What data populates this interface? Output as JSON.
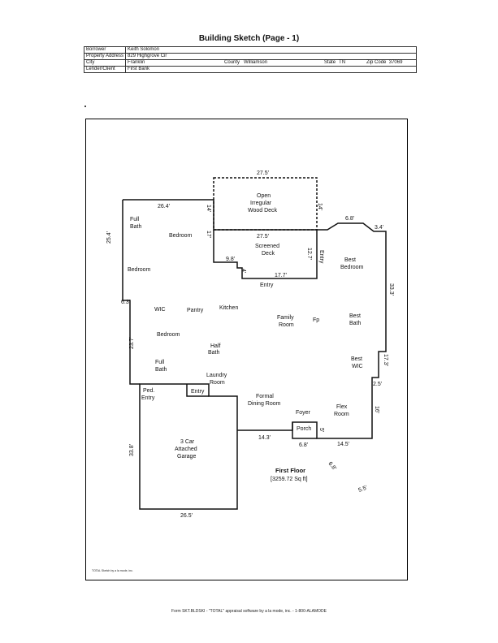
{
  "title": "Building Sketch (Page - 1)",
  "info": {
    "borrower_label": "Borrower",
    "borrower": "Keith Solomon",
    "address_label": "Property Address",
    "address": "829 Highgrove Cir",
    "city_label": "City",
    "city": "Franklin",
    "county_label": "County",
    "county": "Williamson",
    "state_label": "State",
    "state": "TN",
    "zip_label": "Zip Code",
    "zip": "37069",
    "lender_label": "Lender/Client",
    "lender": "First Bank"
  },
  "rooms": {
    "open_deck_1": "Open",
    "open_deck_2": "Irregular",
    "open_deck_3": "Wood Deck",
    "screened_1": "Screened",
    "screened_2": "Deck",
    "full_bath_top_1": "Full",
    "full_bath_top_2": "Bath",
    "bedroom_upper": "Bedroom",
    "bedroom_left": "Bedroom",
    "best_bedroom_1": "Best",
    "best_bedroom_2": "Bedroom",
    "entry_rear": "Entry",
    "entry_deck_side": "Entry",
    "wic": "WIC",
    "pantry": "Pantry",
    "kitchen": "Kitchen",
    "family_room_1": "Family",
    "family_room_2": "Room",
    "fp": "Fp",
    "best_bath_1": "Best",
    "best_bath_2": "Bath",
    "bedroom_mid": "Bedroom",
    "half_bath_1": "Half",
    "half_bath_2": "Bath",
    "best_wic_1": "Best",
    "best_wic_2": "WIC",
    "full_bath_mid_1": "Full",
    "full_bath_mid_2": "Bath",
    "laundry_1": "Laundry",
    "laundry_2": "Room",
    "ped_entry_1": "Ped.",
    "ped_entry_2": "Entry",
    "entry_front": "Entry",
    "formal_dining_1": "Formal",
    "formal_dining_2": "Dining Room",
    "foyer": "Foyer",
    "flex_room_1": "Flex",
    "flex_room_2": "Room",
    "porch": "Porch",
    "garage_1": "3 Car",
    "garage_2": "Attached",
    "garage_3": "Garage"
  },
  "dimensions": {
    "d_27_5_top": "27.5'",
    "d_26_4": "26.4'",
    "d_14_a": "14'",
    "d_14_b": "14'",
    "d_6_8_top": "6.8'",
    "d_3_4": "3.4'",
    "d_17": "17'",
    "d_27_5_mid": "27.5'",
    "d_12_7": "12.7'",
    "d_9_8": "9.8'",
    "d_4": "4'",
    "d_17_7": "17.7'",
    "d_25_4": "25.4'",
    "d_33_3": "33.3'",
    "d_6_3": "6.3'",
    "d_23_7": "23.7'",
    "d_17_3": "17.3'",
    "d_2_5": "2.5'",
    "d_16": "16'",
    "d_5": "5'",
    "d_14_3": "14.3'",
    "d_6_8_porch": "6.8'",
    "d_14_5": "14.5'",
    "d_33_8": "33.8'",
    "d_26_5": "26.5'",
    "d_6_8_float": "6.8'",
    "d_5_5_float": "5.5'"
  },
  "floor": {
    "label": "First Floor",
    "area": "[3259.72 Sq ft]"
  },
  "credit_small": "TOTAL Sketch by a la mode, inc.",
  "footer": "Form SKT.BLDSKI - \"TOTAL\" appraisal software by a la mode, inc. - 1-800-ALAMODE"
}
